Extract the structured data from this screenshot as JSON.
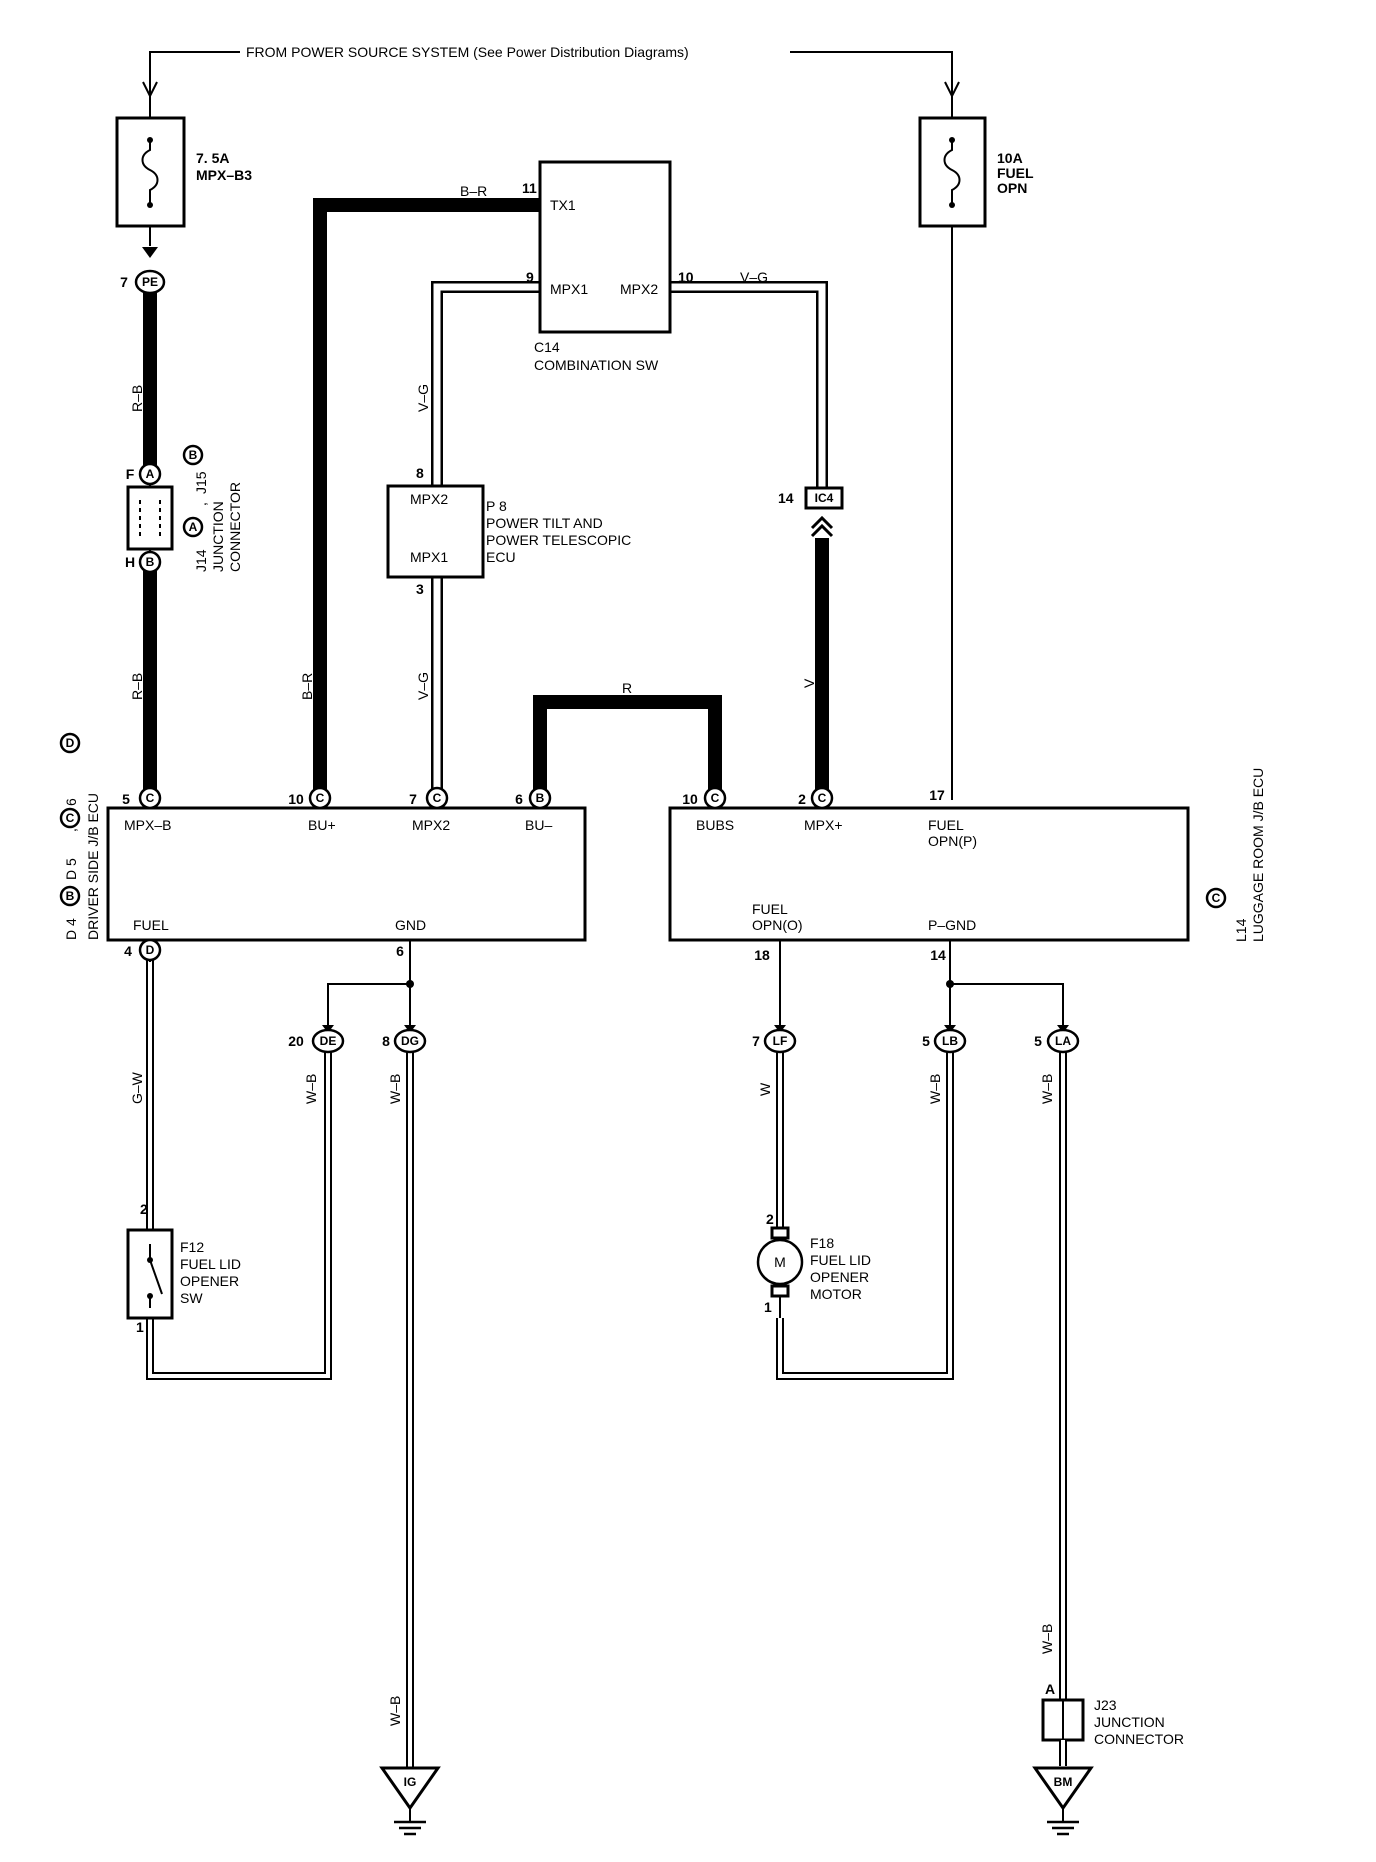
{
  "header": {
    "source_text": "FROM POWER SOURCE SYSTEM  (See Power Distribution Diagrams)"
  },
  "fuses": {
    "left": {
      "rating": "7. 5A",
      "name": "MPX–B3"
    },
    "right": {
      "rating": "10A",
      "name1": "FUEL",
      "name2": "OPN"
    }
  },
  "combination_sw": {
    "code": "C14",
    "name": "COMBINATION SW",
    "tx1": "TX1",
    "mpx1": "MPX1",
    "mpx2": "MPX2",
    "pin_tx1": "11",
    "pin_mpx1": "9",
    "pin_mpx2": "10"
  },
  "tilt_ecu": {
    "code": "P 8",
    "name1": "POWER TILT AND",
    "name2": "POWER TELESCOPIC",
    "name3": "ECU",
    "mpx2": "MPX2",
    "mpx1": "MPX1",
    "pin_top": "8",
    "pin_bottom": "3"
  },
  "junction_j14": {
    "code": "J14",
    "sep": ",",
    "code2": "J15",
    "name1": "JUNCTION",
    "name2": "CONNECTOR",
    "pin_f": "F",
    "pin_h": "H",
    "conn_a": "A",
    "conn_b": "B",
    "conn_a2": "A",
    "conn_b2": "B"
  },
  "driver_ecu": {
    "codes": "D 4 (B) , D 5 (C) , D 6 (D)",
    "c1": "D 4",
    "c1c": "B",
    "c2": "D 5",
    "c2c": "C",
    "c3": "D 6",
    "c3c": "D",
    "sep": ",",
    "name": "DRIVER SIDE J/B ECU",
    "terminals": {
      "mpxb": "MPX–B",
      "bu": "BU+",
      "mpx2": "MPX2",
      "bum": "BU–",
      "fuel": "FUEL",
      "gnd": "GND"
    },
    "pins": {
      "mpxb": "5",
      "bu": "10",
      "mpx2": "7",
      "bum": "6",
      "fuel": "4",
      "gnd": "6"
    },
    "conns": {
      "mpxb": "C",
      "bu": "C",
      "mpx2": "C",
      "bum": "B",
      "fuel": "D"
    }
  },
  "luggage_ecu": {
    "code": "L14",
    "code_c": "C",
    "name": "LUGGAGE ROOM J/B ECU",
    "terminals": {
      "bubs": "BUBS",
      "mpxp": "MPX+",
      "fuelp1": "FUEL",
      "fuelp2": "OPN(P)",
      "fuelo1": "FUEL",
      "fuelo2": "OPN(O)",
      "pgnd": "P–GND"
    },
    "pins": {
      "bubs": "10",
      "mpxp": "2",
      "fuelp": "17",
      "fuelo": "18",
      "pgnd": "14"
    },
    "conns": {
      "bubs": "C",
      "mpxp": "C"
    }
  },
  "ic4": {
    "label": "IC4",
    "pin": "14"
  },
  "wires": {
    "rb1": "R–B",
    "rb2": "R–B",
    "br1": "B–R",
    "br2": "B–R",
    "vg1": "V–G",
    "vg2": "V–G",
    "vg3": "V–G",
    "r": "R",
    "v": "V",
    "gw": "G–W",
    "wb_de": "W–B",
    "wb_dg": "W–B",
    "w_lf": "W",
    "wb_lb": "W–B",
    "wb_la": "W–B",
    "wb_ig": "W–B",
    "wb_j23": "W–B"
  },
  "pe": {
    "label": "PE",
    "pin": "7"
  },
  "lower_connectors": {
    "de": {
      "label": "DE",
      "pin": "20"
    },
    "dg": {
      "label": "DG",
      "pin": "8"
    },
    "lf": {
      "label": "LF",
      "pin": "7"
    },
    "lb": {
      "label": "LB",
      "pin": "5"
    },
    "la": {
      "label": "LA",
      "pin": "5"
    }
  },
  "f12": {
    "code": "F12",
    "name1": "FUEL LID",
    "name2": "OPENER",
    "name3": "SW",
    "pin_top": "2",
    "pin_bottom": "1"
  },
  "f18": {
    "code": "F18",
    "name1": "FUEL LID",
    "name2": "OPENER",
    "name3": "MOTOR",
    "pin_top": "2",
    "pin_bottom": "1",
    "motor": "M"
  },
  "j23": {
    "code": "J23",
    "name1": "JUNCTION",
    "name2": "CONNECTOR",
    "pin": "A"
  },
  "grounds": {
    "ig": "IG",
    "bm": "BM"
  }
}
